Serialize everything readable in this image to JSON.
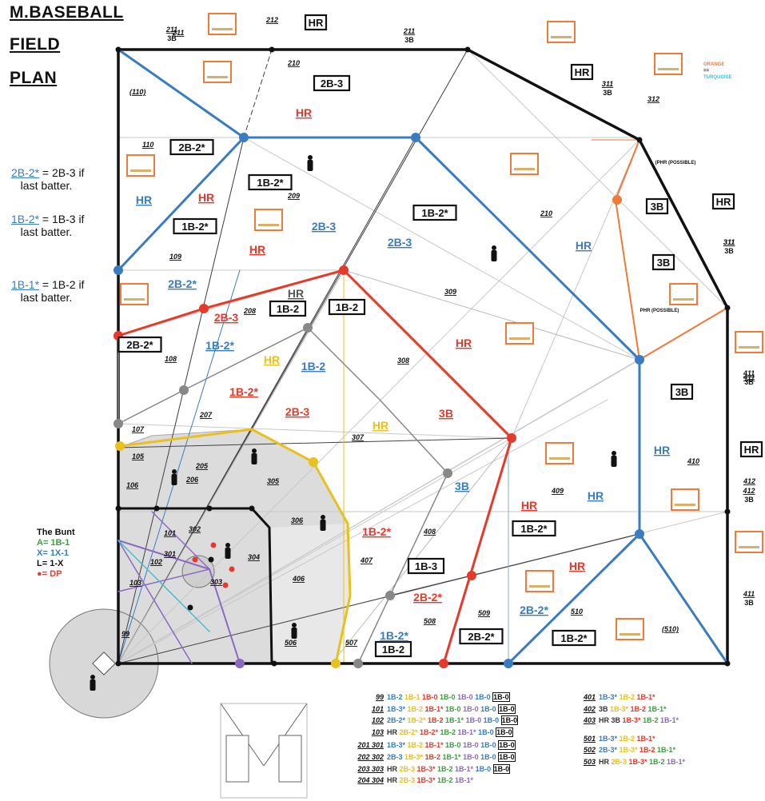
{
  "title_lines": [
    "M.BASEBALL",
    "FIELD",
    "PLAN"
  ],
  "notes": [
    {
      "key": "2B-2*",
      "rest": " = 2B-3 if",
      "line2": "last batter."
    },
    {
      "key": "1B-2*",
      "rest": " = 1B-3 if",
      "line2": "last batter."
    },
    {
      "key": "1B-1*",
      "rest": " = 1B-2 if",
      "line2": "last batter."
    }
  ],
  "key_labels": {
    "orange": "ORANGE",
    "eq": "==",
    "turquoise": "TURQUOISE"
  },
  "bunt": {
    "title": "The Bunt",
    "a": "A= 1B-1",
    "x": "X= 1X-1",
    "l": "L= 1-X",
    "dp": "●= DP"
  },
  "field_labels": [
    "212",
    "211",
    "210",
    "(110)",
    "110",
    "109",
    "209",
    "210",
    "208",
    "108",
    "309",
    "308",
    "107",
    "207",
    "307",
    "106",
    "206",
    "306",
    "105",
    "205",
    "305",
    "101",
    "301",
    "302",
    "102",
    "103",
    "304",
    "303",
    "406",
    "407",
    "408",
    "409",
    "410",
    "411",
    "412",
    "311",
    "312",
    "510",
    "(510)",
    "509",
    "508",
    "507",
    "506",
    "99"
  ],
  "boxes_black": [
    "HR",
    "HR",
    "2B-3",
    "2B-2*",
    "1B-2*",
    "1B-2*",
    "1B-2*",
    "1B-2",
    "1B-2",
    "HR",
    "3B",
    "3B",
    "3B",
    "HR",
    "1B-2*",
    "1B-3",
    "1B-2",
    "2B-2*",
    "1B-2*",
    "2B-2*"
  ],
  "text_hits": [
    "HR",
    "HR",
    "2B-3",
    "2B-2*",
    "HR",
    "HR",
    "2B-3",
    "HR",
    "1B-2*",
    "HR",
    "2B-3",
    "1B-2",
    "1B-2*",
    "HR",
    "2B-3",
    "3B",
    "HR",
    "1B-2*",
    "HR",
    "HR",
    "HR",
    "3B",
    "2B-2*",
    "HR",
    "1B-2*",
    "2B-2*",
    "HR"
  ],
  "wall_marks": [
    "211 3B",
    "211 3B",
    "311 3B",
    "311 3B",
    "411 3B",
    "412 3B",
    "411 3B"
  ],
  "possible_labels": [
    "(PHR (POSSIBLE)",
    "PHR (POSSIBLE)"
  ],
  "legend_left": [
    {
      "code": "99",
      "code2": "",
      "text": "1B-2 1B-1 1B-0 1B-0 1B-0 1B-0 [1B-0]"
    },
    {
      "code": "101",
      "code2": "",
      "text": "1B-3* 1B-2 1B-1* 1B-0 1B-0 1B-0 [1B-0]"
    },
    {
      "code": "102",
      "code2": "",
      "text": "2B-2* 1B-2* 1B-2 1B-1* 1B-0 1B-0 [1B-0]"
    },
    {
      "code": "103",
      "code2": "",
      "text": "HR 2B-2* 1B-2* 1B-2 1B-1* 1B-0 [1B-0]"
    },
    {
      "code": "201",
      "code2": "301",
      "text": "1B-3* 1B-2 1B-1* 1B-0 1B-0 1B-0 [1B-0]"
    },
    {
      "code": "202",
      "code2": "302",
      "text": "2B-3 1B-3* 1B-2 1B-1* 1B-0 1B-0 [1B-0]"
    },
    {
      "code": "203",
      "code2": "303",
      "text": "HR 2B-3 1B-3* 1B-2 1B-1* 1B-0 [1B-0]"
    },
    {
      "code": "204",
      "code2": "304",
      "text": "HR 2B-3 1B-3* 1B-2 1B-1*"
    }
  ],
  "legend_right": [
    {
      "code": "401",
      "text": "1B-3* 1B-2 1B-1*"
    },
    {
      "code": "402",
      "text": "3B 1B-3* 1B-2 1B-1*"
    },
    {
      "code": "403",
      "text": "HR 3B 1B-3* 1B-2 1B-1*"
    },
    {
      "code": "501",
      "text": "1B-3* 1B-2 1B-1*"
    },
    {
      "code": "502",
      "text": "2B-3* 1B-3* 1B-2 1B-1*"
    },
    {
      "code": "503",
      "text": "HR 2B-3 1B-3* 1B-2 1B-1*"
    }
  ],
  "colors": {
    "black": "#111111",
    "blue": "#3a7cc0",
    "red": "#e53a2a",
    "orange": "#f07a3a",
    "yellow": "#e8c020",
    "gray": "#888888",
    "purple": "#8a6ac0",
    "turquoise": "#40c0d0",
    "green": "#3aa040",
    "infield": "#dcdcdc"
  }
}
